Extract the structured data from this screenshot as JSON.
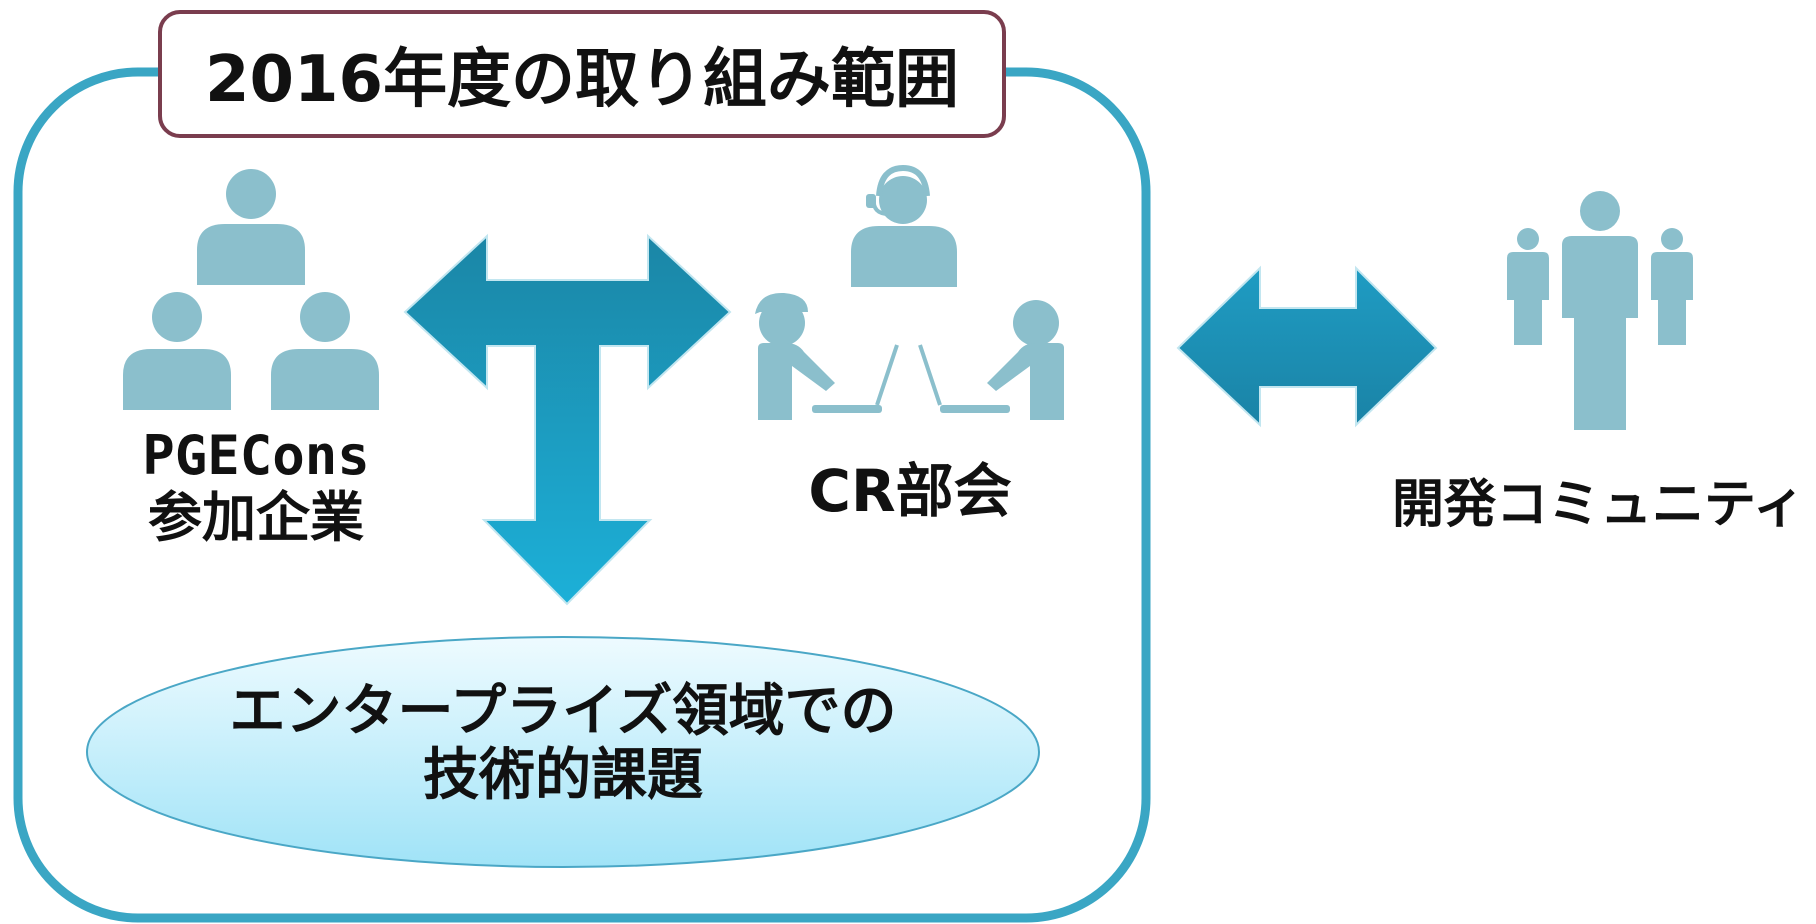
{
  "title": "2016年度の取り組み範囲",
  "nodes": {
    "pgecons": {
      "line1": "PGECons",
      "line2": "参加企業",
      "icon": "group-of-people-icon"
    },
    "cr": {
      "label": "CR部会",
      "icon": "meeting-people-icon"
    },
    "community": {
      "label": "開発コミュニティ",
      "icon": "crowd-people-icon"
    },
    "challenge": {
      "line1": "エンタープライズ領域での",
      "line2": "技術的課題"
    }
  },
  "edges": [
    {
      "from": "pgecons",
      "to": "cr",
      "style": "double-arrow"
    },
    {
      "from": "pgecons/cr",
      "to": "challenge",
      "style": "down-arrow"
    },
    {
      "from": "scope",
      "to": "community",
      "style": "double-arrow"
    }
  ],
  "colors": {
    "frame": "#3aa6c4",
    "title_border": "#7a3d4e",
    "icon": "#8bbfcc",
    "arrow_top": "#1b86a6",
    "arrow_bottom": "#1cb0d8",
    "ellipse_top": "#e7f8fd",
    "ellipse_bottom": "#a7e4f6",
    "ellipse_border": "#4aa7c6"
  }
}
